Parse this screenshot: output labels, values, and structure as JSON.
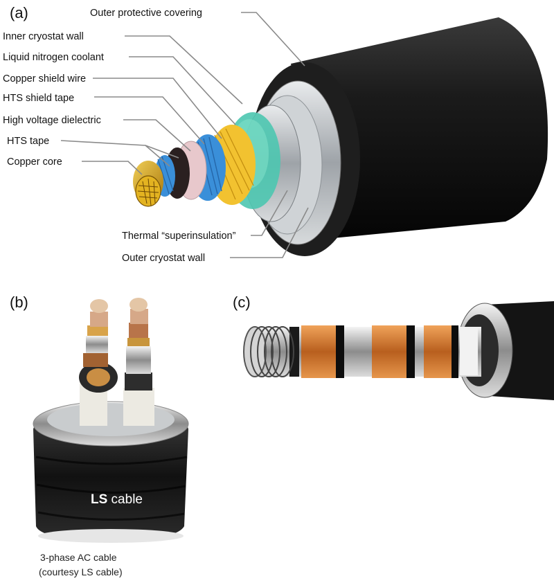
{
  "panels": {
    "a": {
      "letter": "(a)"
    },
    "b": {
      "letter": "(b)"
    },
    "c": {
      "letter": "(c)"
    }
  },
  "labels": {
    "outer_protective_covering": "Outer protective  covering",
    "inner_cryostat_wall": "Inner cryostat wall",
    "liquid_nitrogen_coolant": "Liquid nitrogen coolant",
    "copper_shield_wire": "Copper shield wire",
    "hts_shield_tape": "HTS shield tape",
    "high_voltage_dielectric": "High voltage dielectric",
    "hts_tape": "HTS tape",
    "copper_core": "Copper core",
    "thermal_superinsulation": "Thermal “superinsulation”",
    "outer_cryostat_wall": "Outer cryostat wall"
  },
  "ls_cable": {
    "brand_bold": "LS",
    "brand_rest": " cable",
    "caption_line1": "3-phase AC cable",
    "caption_line2": "(courtesy LS cable)"
  },
  "colors": {
    "outer_jacket": "#1a1a1a",
    "copper": "#d4a017",
    "hts_blue": "#3a8fd9",
    "dielectric_pink": "#e8c8cc",
    "coolant_green": "#4cc7b0",
    "steel": "#b8bcc0",
    "orange_tape": "#c9732a"
  }
}
